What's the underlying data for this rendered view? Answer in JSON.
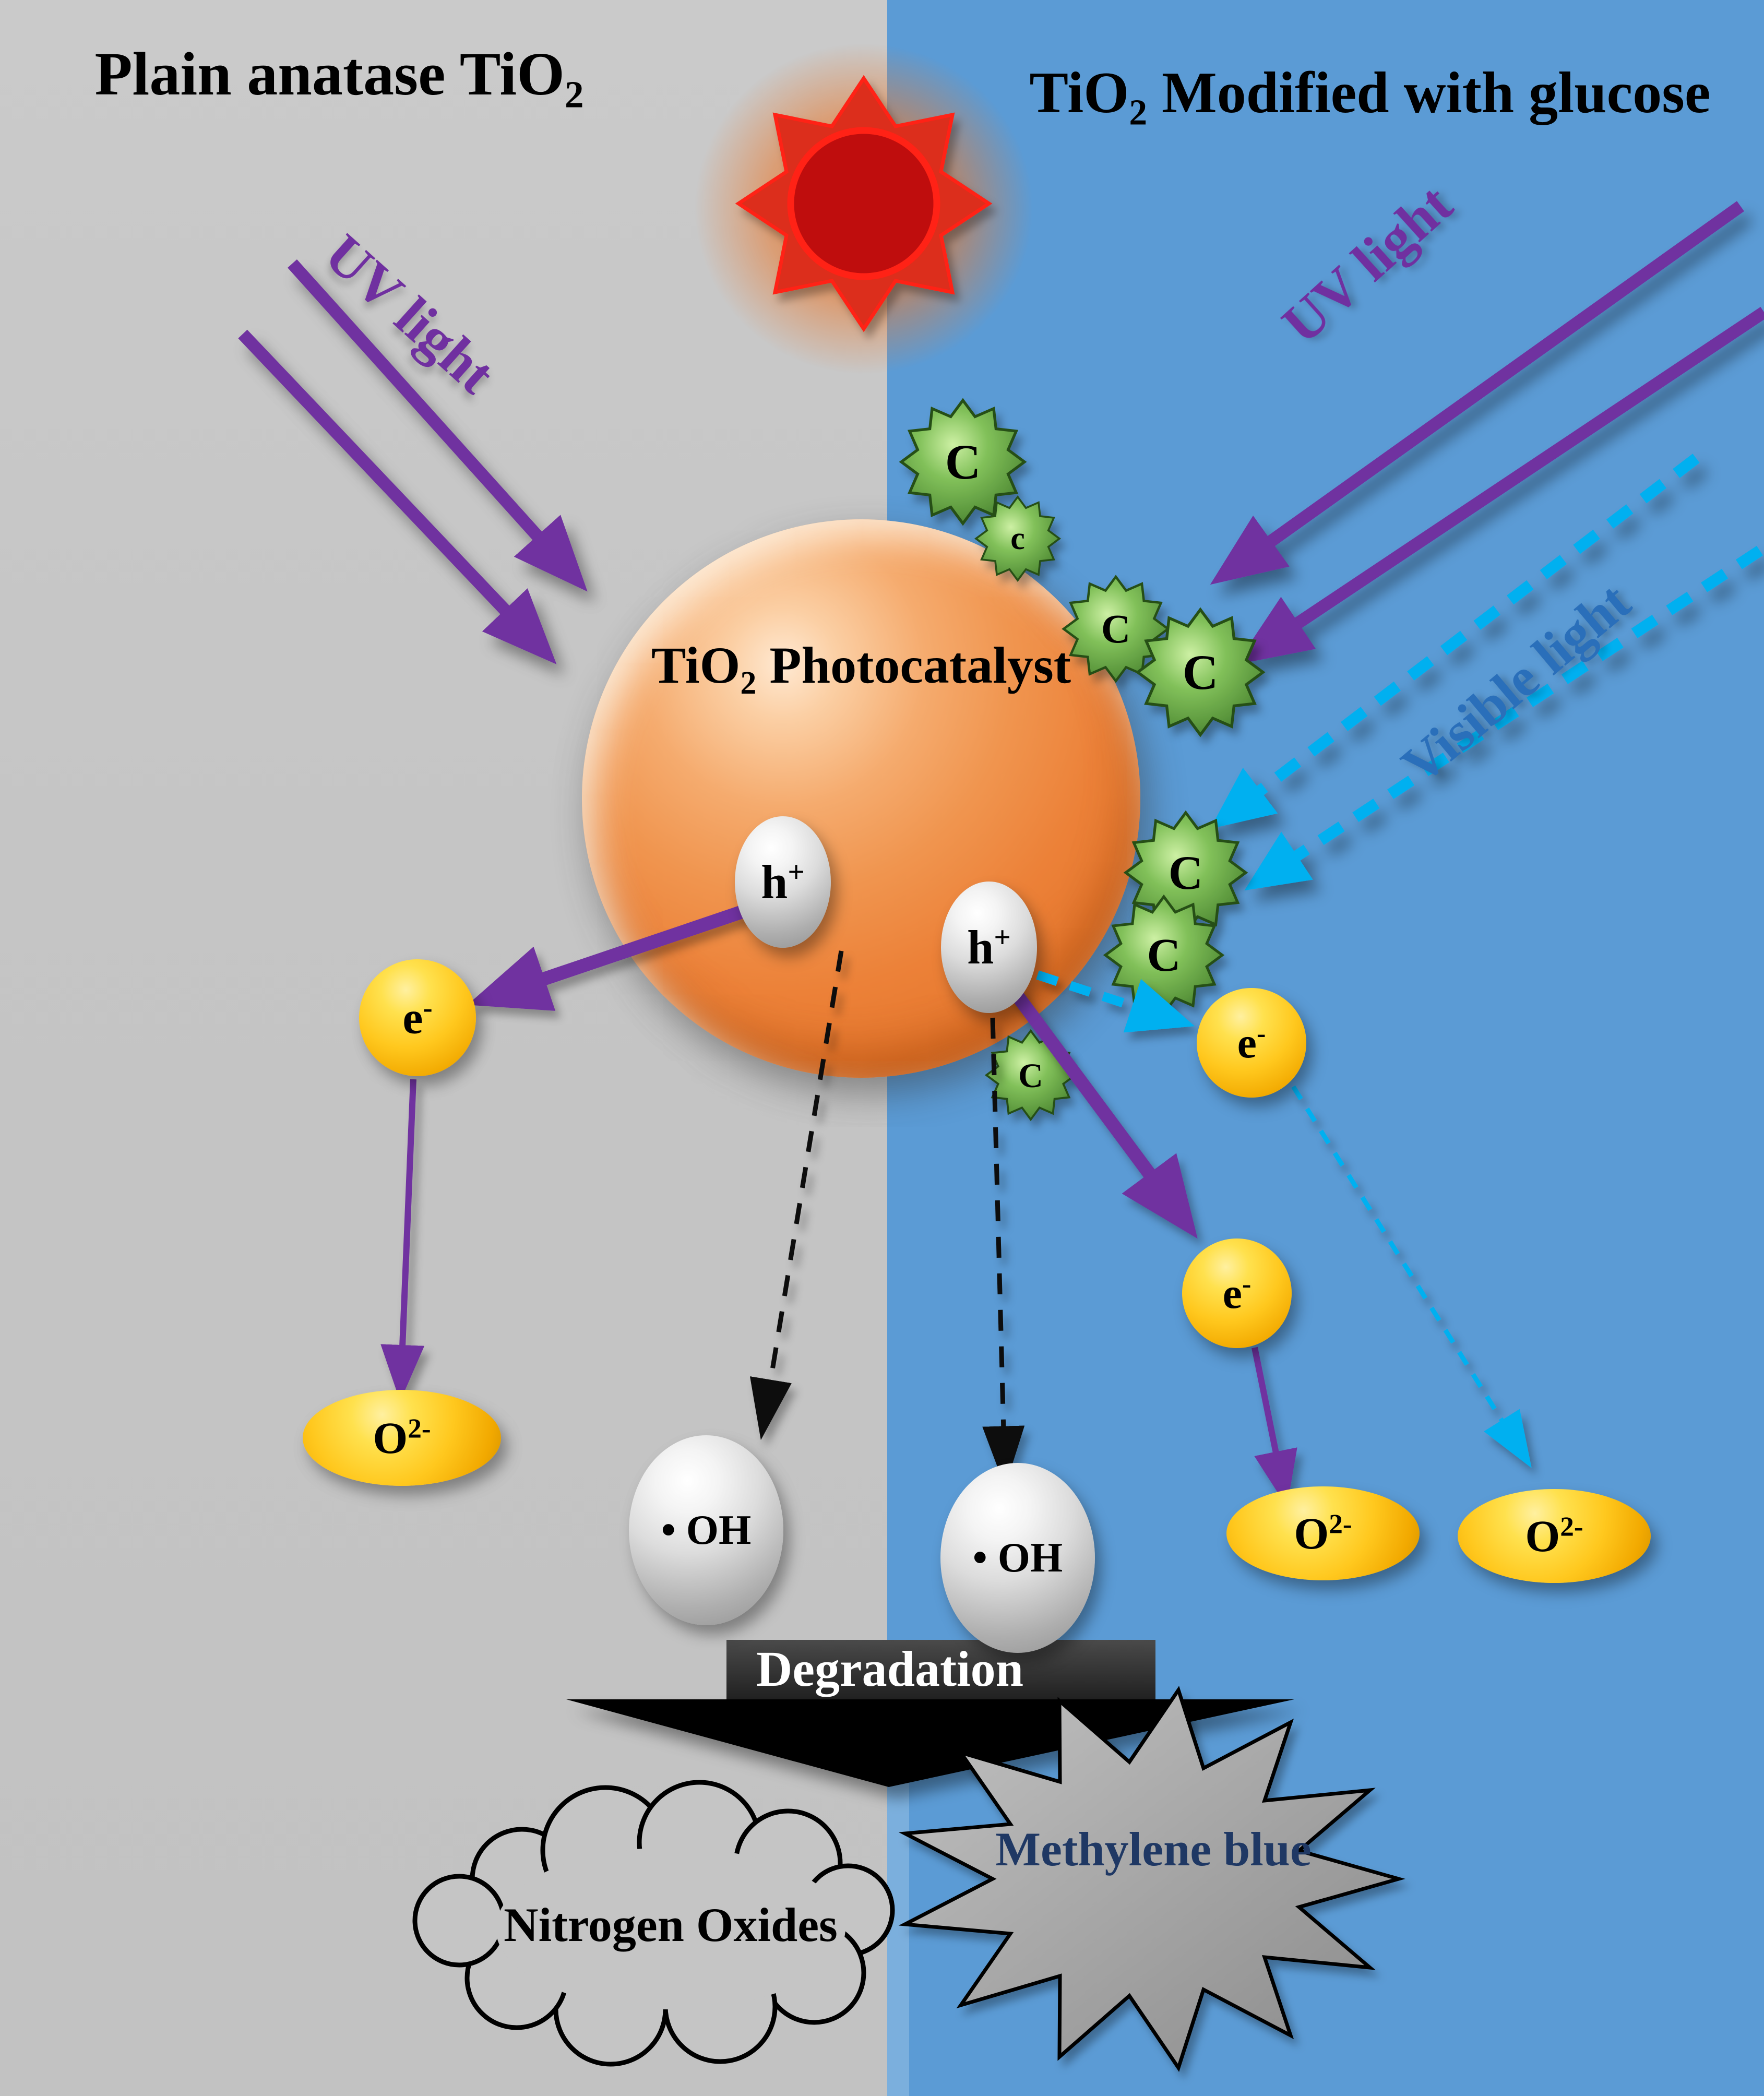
{
  "left_panel": {
    "title": {
      "pre": "Plain anatase TiO",
      "sub": "2"
    }
  },
  "right_panel": {
    "title": {
      "pre": "TiO",
      "sub": "2",
      "post": " Modified with glucose"
    }
  },
  "lights": {
    "uv_left": "UV light",
    "uv_right": "UV light",
    "visible": "Visible light"
  },
  "catalyst": {
    "pre": "TiO",
    "sub": "2",
    "post": " Photocatalyst"
  },
  "species": {
    "hole": {
      "base": "h",
      "sup": "+"
    },
    "electron": {
      "base": "e",
      "sup": "-"
    },
    "superoxide": {
      "base": "O",
      "sup": "2-"
    },
    "hydroxyl": {
      "bullet": "•",
      "base": "OH"
    }
  },
  "carbon_particles": [
    {
      "label": "C"
    },
    {
      "label": "c"
    },
    {
      "label": "C"
    },
    {
      "label": "C"
    },
    {
      "label": "C"
    },
    {
      "label": "C"
    },
    {
      "label": "C"
    }
  ],
  "process": {
    "label": "Degradation"
  },
  "products": {
    "left": "Nitrogen Oxides",
    "right": "Methylene blue"
  },
  "colors": {
    "left_bg": "#c5c5c5",
    "right_bg": "#5b9bd5",
    "uv_purple": "#7030a0",
    "visible_cyan": "#00b0f0",
    "visible_text": "#2a6fba",
    "sun_red": "#bf0d0d",
    "sun_edge": "#ff2212",
    "sphere_orange": "#ed7d31",
    "carbon_green": "#6ab04c",
    "electron_yellow": "#ffc000",
    "hole_silver": "#c9c9c9",
    "methylene_text": "#1f3864",
    "degradation_bg": "#1a1a1a",
    "degradation_text": "#ffffff"
  }
}
